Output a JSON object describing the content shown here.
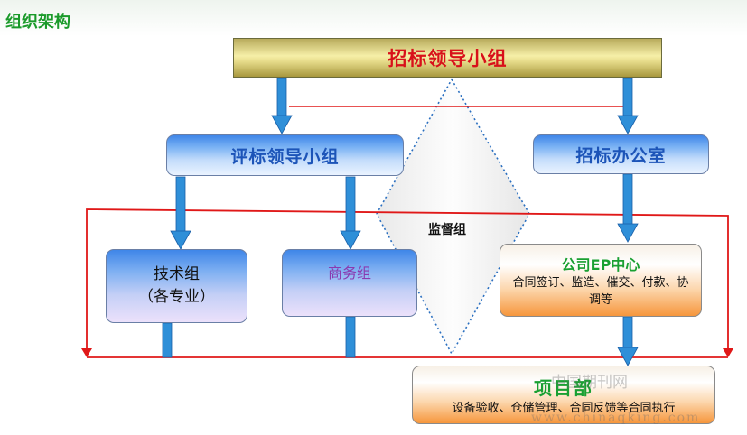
{
  "page_title": "组织架构",
  "nodes": {
    "bidding_leadership": "招标领导小组",
    "evaluation_leadership": "评标领导小组",
    "bidding_office": "招标办公室",
    "technical_group_line1": "技术组",
    "technical_group_line2": "（各专业）",
    "commercial_group": "商务组",
    "supervision_group": "监督组",
    "company_ep_center_title": "公司EP中心",
    "company_ep_center_desc": "合同签订、监造、催交、付款、协调等",
    "project_dept_title": "项目部",
    "project_dept_desc": "设备验收、仓储管理、合同反馈等合同执行"
  },
  "watermark": {
    "cn": "中国期刊网",
    "url": "www.chinaqking.com"
  },
  "colors": {
    "title_green": "#1a9a2a",
    "gold_text_red": "#d8101a",
    "box_text_blue": "#1c54b8",
    "arrow_blue": "#2f8fd8",
    "feedback_red": "#e01818",
    "diamond_border": "#2a6fc0"
  }
}
